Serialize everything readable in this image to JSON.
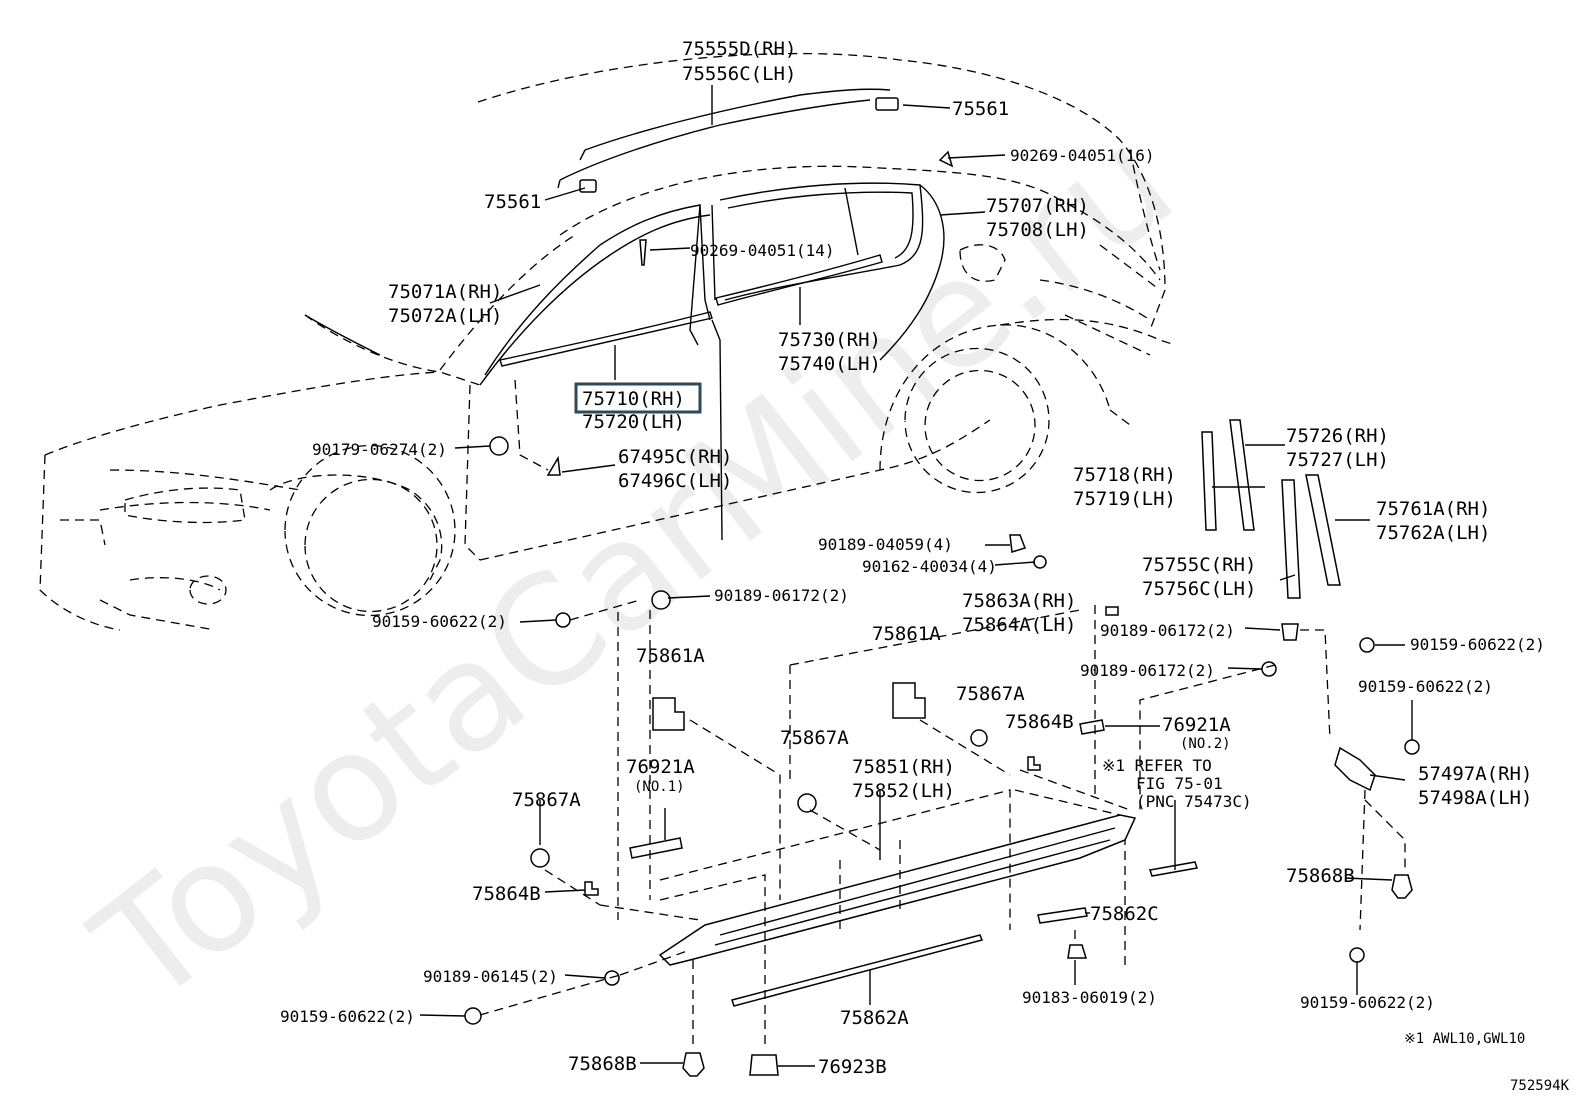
{
  "diagram": {
    "watermark": "ToyotaCarMine.ru",
    "figure_code": "752594K",
    "footnote": "※1 AWL10,GWL10",
    "highlighted_label": "75710(RH)",
    "labels": {
      "l75555d": "75555D(RH)",
      "l75556c": "75556C(LH)",
      "l75561a": "75561",
      "l90269_16": "90269-04051(16)",
      "l75561b": "75561",
      "l75707": "75707(RH)",
      "l75708": "75708(LH)",
      "l90269_14": "90269-04051(14)",
      "l75071a": "75071A(RH)",
      "l75072a": "75072A(LH)",
      "l75730": "75730(RH)",
      "l75740": "75740(LH)",
      "l75720": "75720(LH)",
      "l90179": "90179-06274(2)",
      "l67495c": "67495C(RH)",
      "l67496c": "67496C(LH)",
      "l75726": "75726(RH)",
      "l75727": "75727(LH)",
      "l75718": "75718(RH)",
      "l75719": "75719(LH)",
      "l75761a": "75761A(RH)",
      "l75762a": "75762A(LH)",
      "l90189_04059": "90189-04059(4)",
      "l90162": "90162-40034(4)",
      "l75755c": "75755C(RH)",
      "l75756c": "75756C(LH)",
      "l90189_06172a": "90189-06172(2)",
      "l90159a": "90159-60622(2)",
      "l75863a": "75863A(RH)",
      "l75864a": "75864A(LH)",
      "l90189_06172b": "90189-06172(2)",
      "l90159b": "90159-60622(2)",
      "l75861a_1": "75861A",
      "l75861a_2": "75861A",
      "l90189_06172c": "90189-06172(2)",
      "l90159c": "90159-60622(2)",
      "l75867a_1": "75867A",
      "l75864b_1": "75864B",
      "l76921a_2": "76921A",
      "l76921a_2sub": "(NO.2)",
      "l75867a_2": "75867A",
      "l75851": "75851(RH)",
      "l75852": "75852(LH)",
      "l76921a_1": "76921A",
      "l76921a_1sub": "(NO.1)",
      "l_ref1": "※1 REFER TO",
      "l_ref2": "FIG 75-01",
      "l_ref3": "(PNC 75473C)",
      "l57497a": "57497A(RH)",
      "l57498a": "57498A(LH)",
      "l75867a_3": "75867A",
      "l75864b_2": "75864B",
      "l75868b_1": "75868B",
      "l75862c": "75862C",
      "l90189_06145": "90189-06145(2)",
      "l90159d": "90159-60622(2)",
      "l90183": "90183-06019(2)",
      "l90159e": "90159-60622(2)",
      "l75862a": "75862A",
      "l75868b_2": "75868B",
      "l76923b": "76923B"
    }
  }
}
